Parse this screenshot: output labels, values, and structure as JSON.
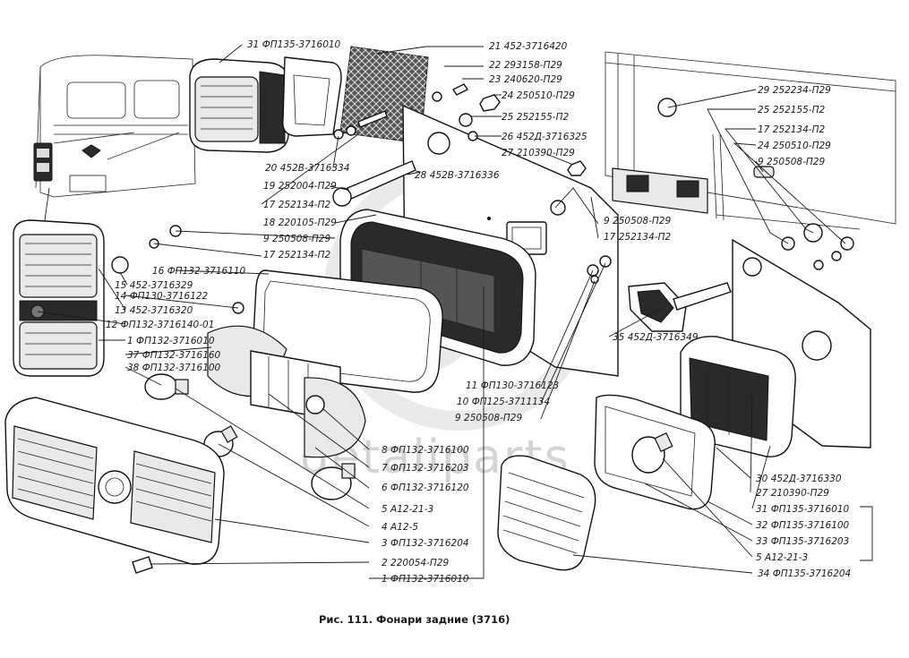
{
  "figure": {
    "caption": "Рис. 111. Фонари задние (3716)",
    "watermark": "detaliparts",
    "callouts_top": [
      {
        "num": "31",
        "code": "ФП135-3716010"
      },
      {
        "num": "21",
        "code": "452-3716420"
      },
      {
        "num": "22",
        "code": "293158-П29"
      },
      {
        "num": "23",
        "code": "240620-П29"
      },
      {
        "num": "24",
        "code": "250510-П29"
      },
      {
        "num": "25",
        "code": "252155-П2"
      },
      {
        "num": "26",
        "code": "452Д-3716325"
      },
      {
        "num": "27",
        "code": "210390-П29"
      },
      {
        "num": "28",
        "code": "452В-3716336"
      },
      {
        "num": "20",
        "code": "452В-3716334"
      },
      {
        "num": "19",
        "code": "252004-П29"
      },
      {
        "num": "17",
        "code": "252134-П2"
      },
      {
        "num": "18",
        "code": "220105-П29"
      },
      {
        "num": "9",
        "code": "250508-П29"
      },
      {
        "num": "17",
        "code": "252134-П2"
      }
    ],
    "callouts_left": [
      {
        "num": "16",
        "code": "ФП132-3716110"
      },
      {
        "num": "15",
        "code": "452-3716329"
      },
      {
        "num": "14",
        "code": "ФП130-3716122"
      },
      {
        "num": "13",
        "code": "452-3716320"
      },
      {
        "num": "12",
        "code": "ФП132-3716140-01"
      },
      {
        "num": "1",
        "code": "ФП132-3716010"
      },
      {
        "num": "37",
        "code": "ФП132-3716160"
      },
      {
        "num": "38",
        "code": "ФП132-3716100"
      }
    ],
    "callouts_center": [
      {
        "num": "9",
        "code": "250508-П29"
      },
      {
        "num": "17",
        "code": "252134-П2"
      },
      {
        "num": "35",
        "code": "452Д-3716349"
      },
      {
        "num": "11",
        "code": "ФП130-3716123"
      },
      {
        "num": "10",
        "code": "ФП125-3711134"
      },
      {
        "num": "9",
        "code": "250508-П29"
      }
    ],
    "callouts_bottom": [
      {
        "num": "8",
        "code": "ФП132-3716100"
      },
      {
        "num": "7",
        "code": "ФП132-3716203"
      },
      {
        "num": "6",
        "code": "ФП132-3716120"
      },
      {
        "num": "5",
        "code": "А12-21-3"
      },
      {
        "num": "4",
        "code": "А12-5"
      },
      {
        "num": "3",
        "code": "ФП132-3716204"
      },
      {
        "num": "2",
        "code": "220054-П29"
      },
      {
        "num": "1",
        "code": "ФП132-3716010"
      }
    ],
    "callouts_right": [
      {
        "num": "29",
        "code": "252234-П29"
      },
      {
        "num": "25",
        "code": "252155-П2"
      },
      {
        "num": "17",
        "code": "252134-П2"
      },
      {
        "num": "24",
        "code": "250510-П29"
      },
      {
        "num": "9",
        "code": "250508-П29"
      },
      {
        "num": "30",
        "code": "452Д-3716330"
      },
      {
        "num": "27",
        "code": "210390-П29"
      },
      {
        "num": "31",
        "code": "ФП135-3716010"
      },
      {
        "num": "32",
        "code": "ФП135-3716100"
      },
      {
        "num": "33",
        "code": "ФП135-3716203"
      },
      {
        "num": "5",
        "code": "А12-21-3"
      },
      {
        "num": "34",
        "code": "ФП135-3716204"
      }
    ]
  }
}
